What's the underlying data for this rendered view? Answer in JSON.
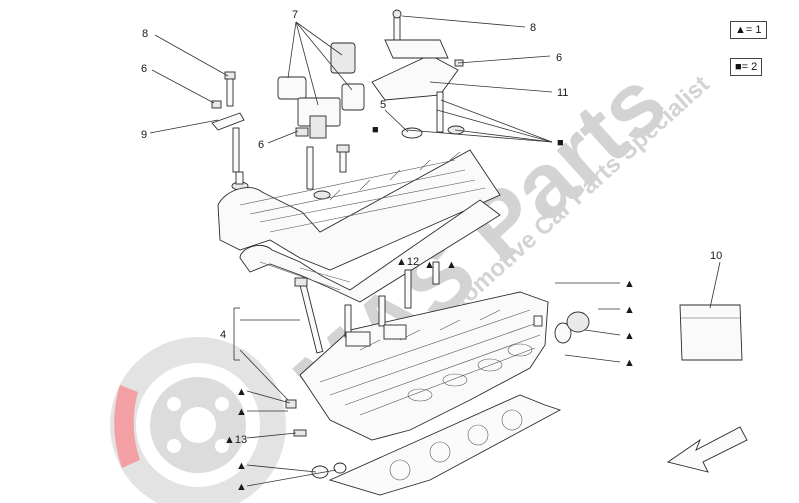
{
  "legend": [
    {
      "symbol": "▲",
      "text": "= 1"
    },
    {
      "symbol": "■",
      "text": "= 2"
    }
  ],
  "watermark": {
    "brand": "MAS Parts",
    "tagline": "Automotive Car Parts Specialist"
  },
  "callouts": {
    "c7": "7",
    "c8a": "8",
    "c8b": "8",
    "c6a": "6",
    "c6b": "6",
    "c6c": "6",
    "c9": "9",
    "c5": "5",
    "c11": "11",
    "c4": "4",
    "c12": "▲12",
    "c13": "▲13",
    "c10": "10"
  },
  "markers": {
    "tri": "▲",
    "sq": "■"
  },
  "colors": {
    "line": "#2a2a2a",
    "watermark": "#d3d3d3",
    "brand_red": "#e8444e"
  }
}
